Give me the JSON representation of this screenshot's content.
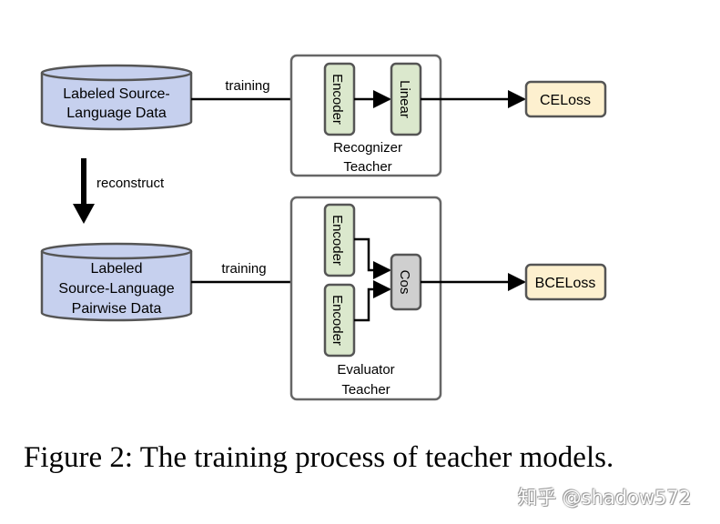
{
  "diagram": {
    "data_top": {
      "line1": "Labeled Source-",
      "line2": "Language Data"
    },
    "data_bottom": {
      "line1": "Labeled",
      "line2": "Source-Language",
      "line3": "Pairwise Data"
    },
    "edge_training_top": "training",
    "edge_training_bottom": "training",
    "edge_reconstruct": "reconstruct",
    "recognizer": {
      "encoder": "Encoder",
      "linear": "Linear",
      "title1": "Recognizer",
      "title2": "Teacher"
    },
    "evaluator": {
      "encoder1": "Encoder",
      "encoder2": "Encoder",
      "cos": "Cos",
      "title1": "Evaluator",
      "title2": "Teacher"
    },
    "loss_ce": "CELoss",
    "loss_bce": "BCELoss",
    "colors": {
      "db_fill": "#c6d0ee",
      "module_fill": "#dbe8cd",
      "cos_fill": "#cfcfcf",
      "loss_fill": "#fdf0cf",
      "stroke": "#555555"
    }
  },
  "caption": "Figure 2: The training process of teacher models.",
  "watermark": "知乎 @shadow572"
}
